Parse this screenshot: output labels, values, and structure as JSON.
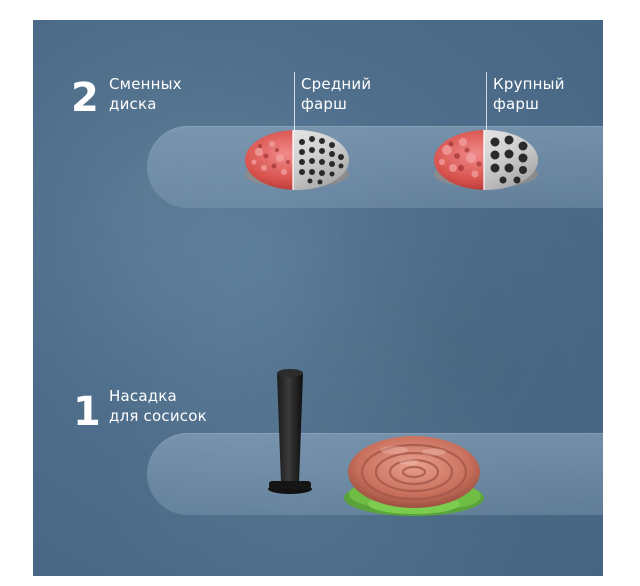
{
  "disks": {
    "number": "2",
    "title_line1": "Сменных",
    "title_line2": "диска",
    "medium": {
      "line1": "Средний",
      "line2": "фарш"
    },
    "large": {
      "line1": "Крупный",
      "line2": "фарш"
    }
  },
  "nozzle": {
    "number": "1",
    "title_line1": "Насадка",
    "title_line2": "для сосисок"
  }
}
